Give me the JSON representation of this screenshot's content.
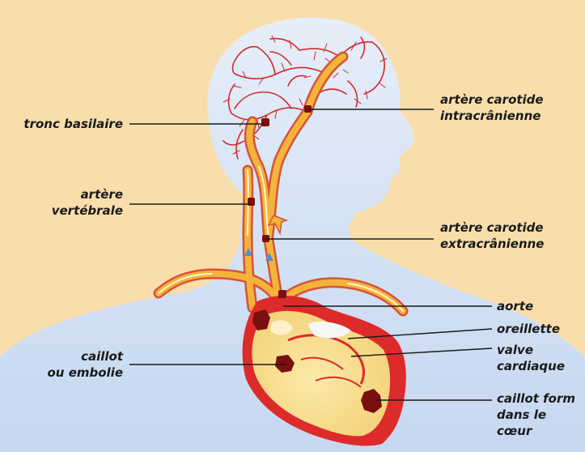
{
  "labels": {
    "tronc_basilaire": "tronc basilaire",
    "artere_vertebrale": [
      "artère",
      "vertébrale"
    ],
    "carotide_intra": [
      "artère carotide",
      "intracrânienne"
    ],
    "carotide_extra": [
      "artère carotide",
      "extracrânienne"
    ],
    "aorte": "aorte",
    "oreillette": "oreillette",
    "valve_cardiaque": [
      "valve",
      "cardiaque"
    ],
    "caillot_embolie": [
      "caillot",
      "ou embolie"
    ],
    "caillot_coeur": [
      "caillot form",
      "dans le",
      "cœur"
    ]
  },
  "colors": {
    "background": "#f9deac",
    "body": "#d9e6f6",
    "artery": "#f2b43a",
    "vessel_red": "#d12a2a",
    "heart_outer": "#dd2a2a",
    "heart_inner": "#f7e39a",
    "clot": "#7a0f0f",
    "flow_arrow": "#4c8fdb"
  }
}
